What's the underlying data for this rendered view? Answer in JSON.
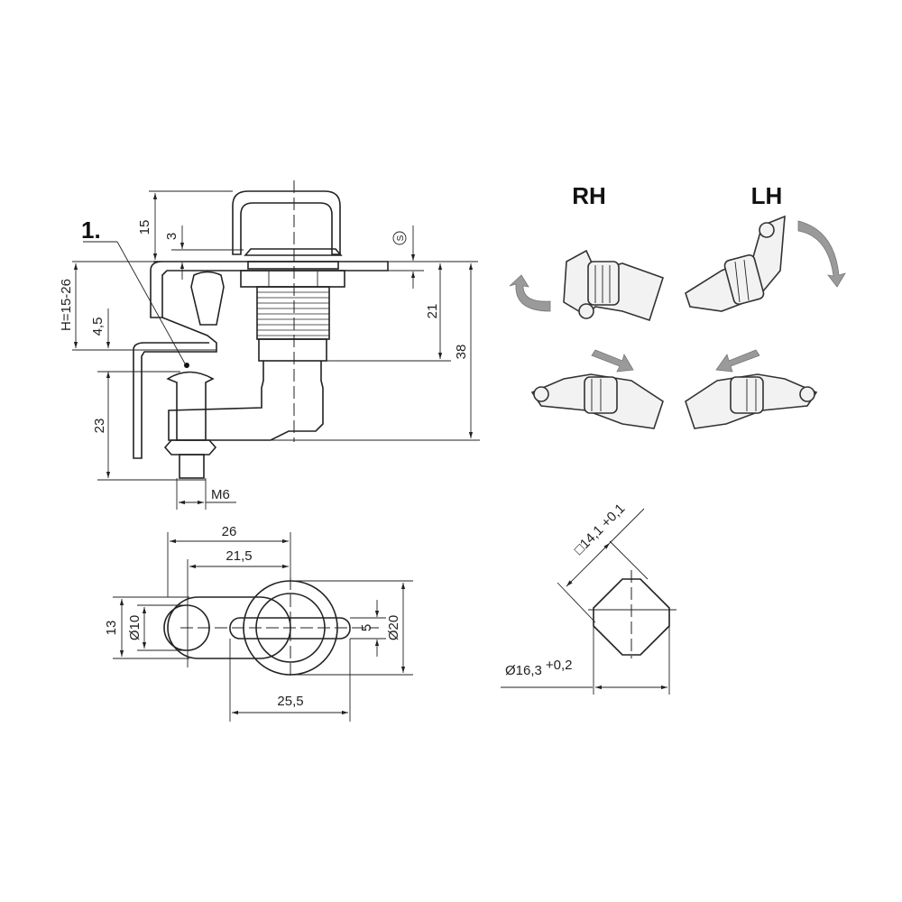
{
  "callout": "1.",
  "side_view": {
    "dim_top_handle": "15",
    "dim_washer": "3",
    "dim_panel_range": "H=15-26",
    "dim_offset": "4,5",
    "dim_screw": "23",
    "dim_thread": "21",
    "dim_overall": "38",
    "thickness_symbol": "S",
    "thread_size": "M6"
  },
  "bottom_view": {
    "dim_width": "26",
    "dim_pitch": "21,5",
    "dim_height": "13",
    "dim_bolt_dia": "Ø10",
    "dim_handle_width": "5",
    "dim_ring_dia": "Ø20",
    "dim_handle_length": "25,5"
  },
  "cutout": {
    "dim_square": "□14,1 +0,1",
    "dim_diameter_base": "Ø16,3",
    "dim_diameter_tol": "+0,2"
  },
  "variants": {
    "right_hand": "RH",
    "left_hand": "LH"
  },
  "colors": {
    "line": "#222222",
    "arrow": "#9a9a9a"
  }
}
